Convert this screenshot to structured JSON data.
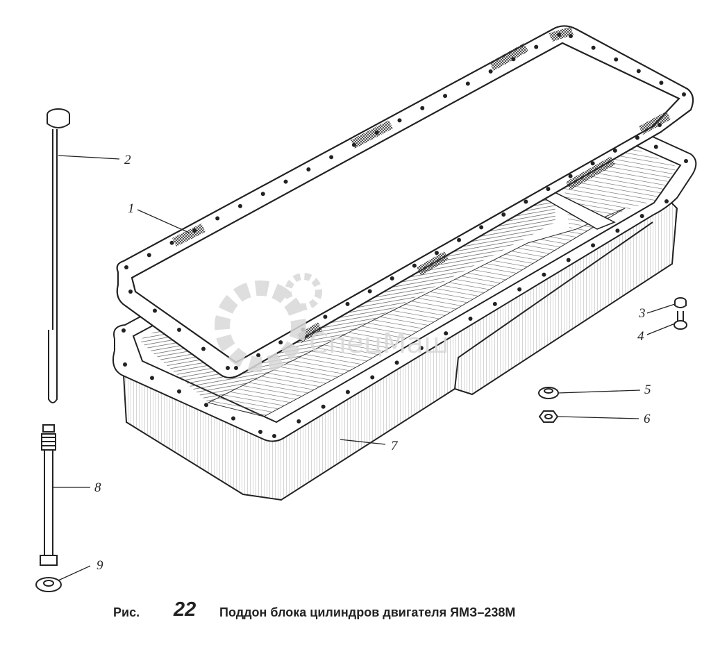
{
  "figure": {
    "caption_prefix": "Рис.",
    "caption_number": "22",
    "caption_title": "Поддон блока цилиндров двигателя ЯМЗ–238М"
  },
  "callouts": [
    {
      "id": "1",
      "label": "1"
    },
    {
      "id": "2",
      "label": "2"
    },
    {
      "id": "3",
      "label": "3"
    },
    {
      "id": "4",
      "label": "4"
    },
    {
      "id": "5",
      "label": "5"
    },
    {
      "id": "6",
      "label": "6"
    },
    {
      "id": "7",
      "label": "7"
    },
    {
      "id": "8",
      "label": "8"
    },
    {
      "id": "9",
      "label": "9"
    }
  ],
  "watermark": {
    "text": "СпецМаш"
  },
  "colors": {
    "line": "#222222",
    "hatch": "#555555",
    "watermark": "#d8d8d8",
    "background": "#ffffff"
  }
}
